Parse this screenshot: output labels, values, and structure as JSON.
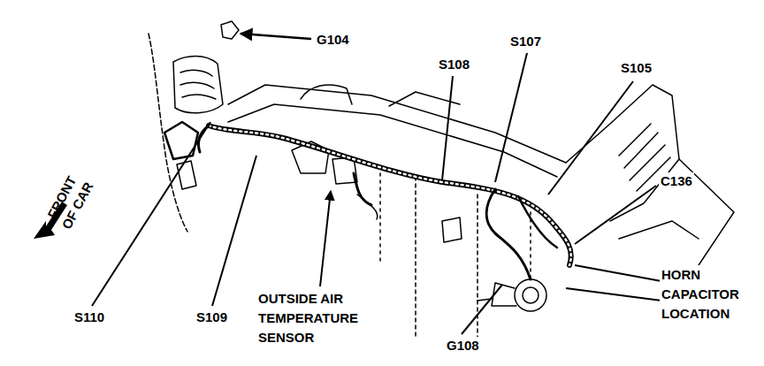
{
  "diagram": {
    "labels": [
      "G104",
      "S107",
      "S108",
      "S105",
      "FRONT OF CAR",
      "C136",
      "HORN CAPACITOR LOCATION",
      "S110",
      "S109",
      "OUTSIDE AIR TEMPERATURE SENSOR",
      "G108"
    ]
  }
}
